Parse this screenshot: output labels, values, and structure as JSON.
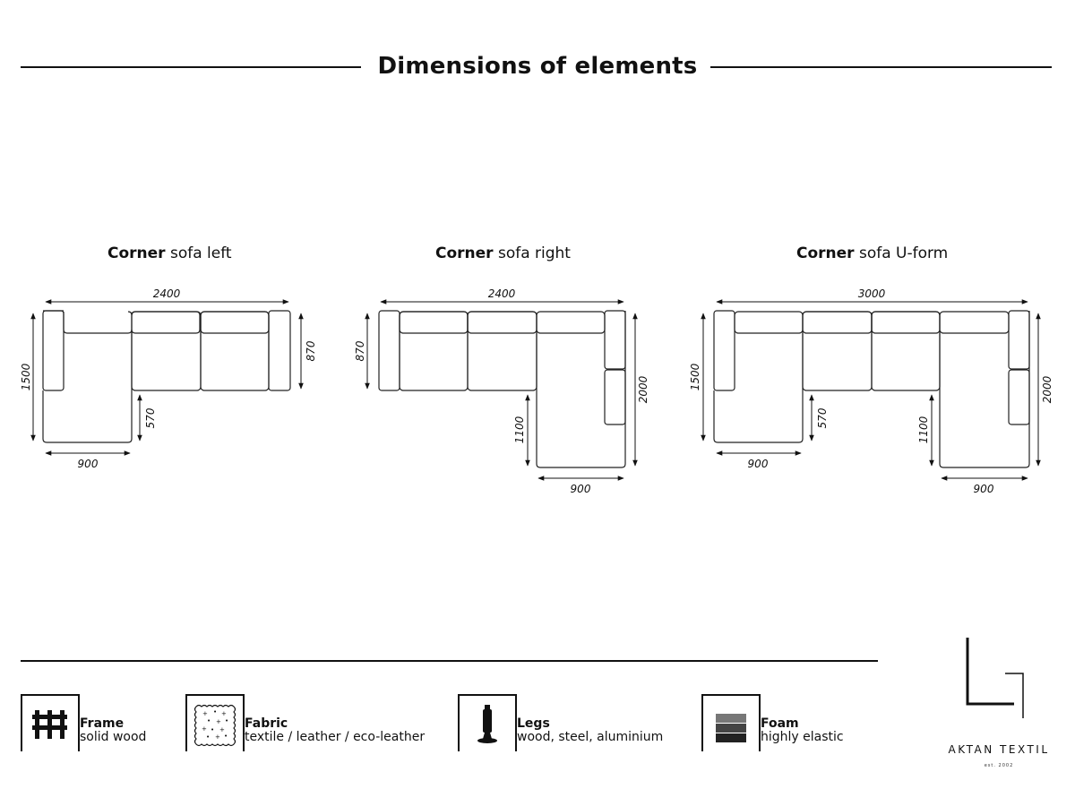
{
  "page_title": "Dimensions of elements",
  "sofas": [
    {
      "title_bold": "Corner",
      "title_rest": " sofa left",
      "dims": [
        "2400",
        "1500",
        "870",
        "570",
        "900"
      ]
    },
    {
      "title_bold": "Corner",
      "title_rest": " sofa right",
      "dims": [
        "2400",
        "870",
        "1100",
        "2000",
        "900"
      ]
    },
    {
      "title_bold": "Corner",
      "title_rest": " sofa U-form",
      "dims": [
        "3000",
        "1500",
        "570",
        "900",
        "1100",
        "2000",
        "900"
      ]
    }
  ],
  "features": [
    {
      "label": "Frame",
      "desc": "solid wood",
      "icon": "frame-icon"
    },
    {
      "label": "Fabric",
      "desc": "textile / leather / eco-leather",
      "icon": "fabric-icon"
    },
    {
      "label": "Legs",
      "desc": "wood, steel, aluminium",
      "icon": "leg-icon"
    },
    {
      "label": "Foam",
      "desc": "highly elastic",
      "icon": "foam-icon"
    }
  ],
  "brand": {
    "name": "AKTAN TEXTIL",
    "sub": "est. 2002",
    "logo": "brand-logo-icon"
  }
}
